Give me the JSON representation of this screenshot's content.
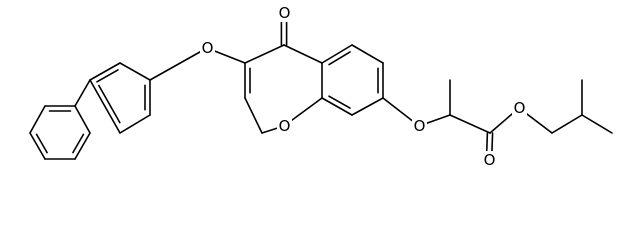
{
  "molecule": {
    "atom_labels": {
      "ether_o_biphenyl": "O",
      "ketone_o": "O",
      "ring_o": "O",
      "ether_o_7": "O",
      "ester_o_single": "O",
      "ester_o_double": "O"
    }
  }
}
